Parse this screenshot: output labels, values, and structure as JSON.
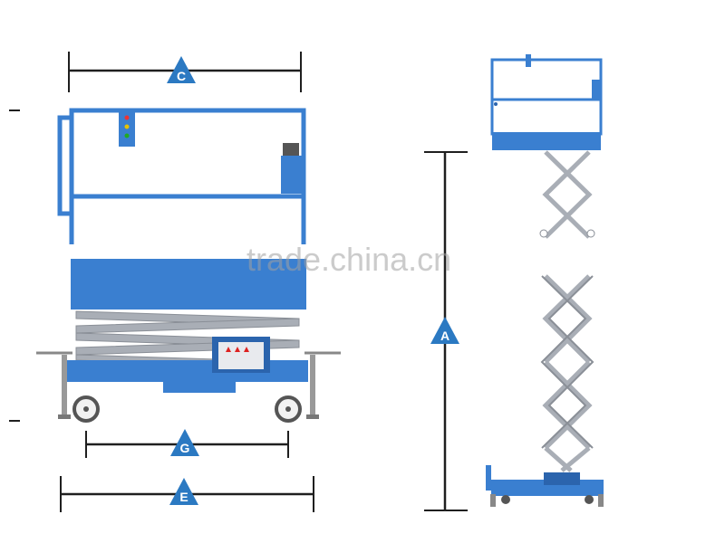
{
  "labels": {
    "c": "C",
    "a": "A",
    "g": "G",
    "e": "E"
  },
  "watermark": "trade.china.cn",
  "colors": {
    "blue": "#3a7fd0",
    "blue_dark": "#2b64ad",
    "scissor_gray": "#a9aeb6",
    "line": "#1f1f1f",
    "panel": "#e8eaee"
  }
}
